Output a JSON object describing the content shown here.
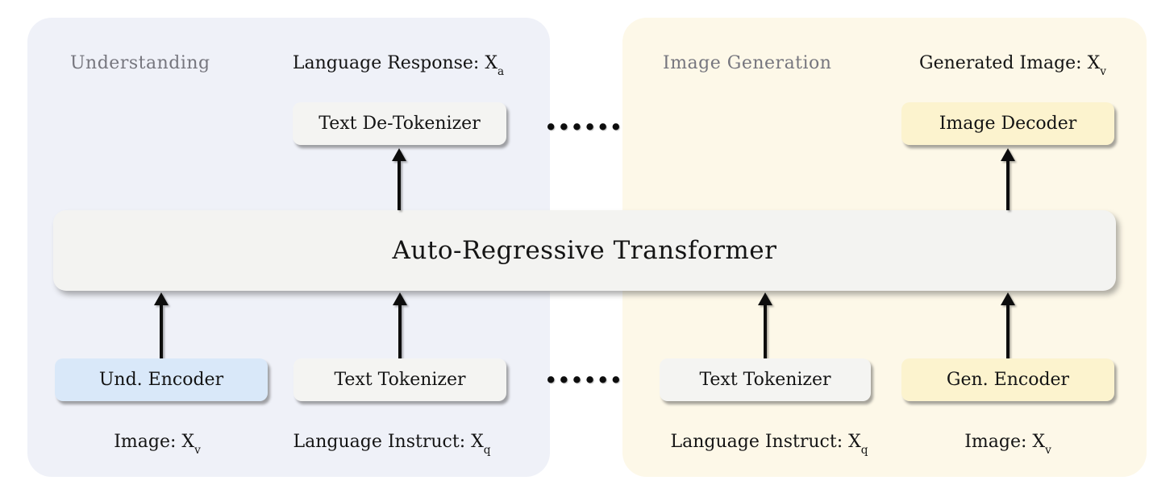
{
  "colors": {
    "panel-und": "#eff1f8",
    "panel-gen": "#fdf8e8",
    "box-gray": "#f4f4f2",
    "box-blue": "#d9e8f9",
    "box-yellow": "#fcf3ce",
    "bar-bg": "#f3f3f1",
    "text-dark": "#141414",
    "text-gray": "#76767e",
    "arrow": "#0d0d0d"
  },
  "transformer": {
    "label": "Auto-Regressive Transformer"
  },
  "separator_dots": "••••••",
  "panels": {
    "understanding": {
      "title": "Understanding",
      "output_label": {
        "text": "Language Response: X",
        "sub": "a"
      },
      "decoder_box": {
        "label": "Text De-Tokenizer"
      },
      "encoder_boxes": [
        {
          "label": "Und. Encoder"
        },
        {
          "label": "Text Tokenizer"
        }
      ],
      "input_labels": [
        {
          "text": "Image: X",
          "sub": "v"
        },
        {
          "text": "Language Instruct: X",
          "sub": "q"
        }
      ]
    },
    "image_generation": {
      "title": "Image Generation",
      "output_label": {
        "text": "Generated Image: X",
        "sub": "v"
      },
      "decoder_box": {
        "label": "Image Decoder"
      },
      "encoder_boxes": [
        {
          "label": "Text Tokenizer"
        },
        {
          "label": "Gen. Encoder"
        }
      ],
      "input_labels": [
        {
          "text": "Language Instruct: X",
          "sub": "q"
        },
        {
          "text": "Image: X",
          "sub": "v"
        }
      ]
    }
  }
}
